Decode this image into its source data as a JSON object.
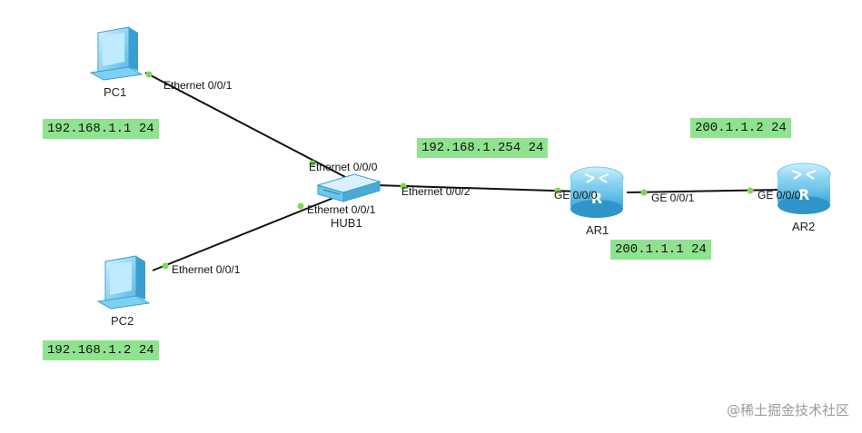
{
  "devices": {
    "pc1": {
      "name": "PC1",
      "icon": "pc-icon"
    },
    "pc2": {
      "name": "PC2",
      "icon": "pc-icon"
    },
    "hub1": {
      "name": "HUB1",
      "icon": "hub-icon"
    },
    "ar1": {
      "name": "AR1",
      "icon": "router-icon"
    },
    "ar2": {
      "name": "AR2",
      "icon": "router-icon"
    }
  },
  "ports": {
    "pc1_eth": "Ethernet 0/0/1",
    "pc2_eth": "Ethernet 0/0/1",
    "hub_eth0": "Ethernet 0/0/0",
    "hub_eth1": "Ethernet 0/0/1",
    "hub_eth2": "Ethernet 0/0/2",
    "ar1_ge0": "GE 0/0/0",
    "ar1_ge1": "GE 0/0/1",
    "ar2_ge0": "GE 0/0/0"
  },
  "ip_labels": {
    "pc1": "192.168.1.1 24",
    "pc2": "192.168.1.2 24",
    "ar1_lan": "192.168.1.254 24",
    "ar1_wan": "200.1.1.1 24",
    "ar2": "200.1.1.2 24"
  },
  "watermark": "@稀土掘金技术社区",
  "colors": {
    "ip_label_bg": "#8fe38f",
    "link": "#111111",
    "port_dot": "#7ed957",
    "router_body": "#5bbde6",
    "pc_body": "#6ec8ef"
  }
}
